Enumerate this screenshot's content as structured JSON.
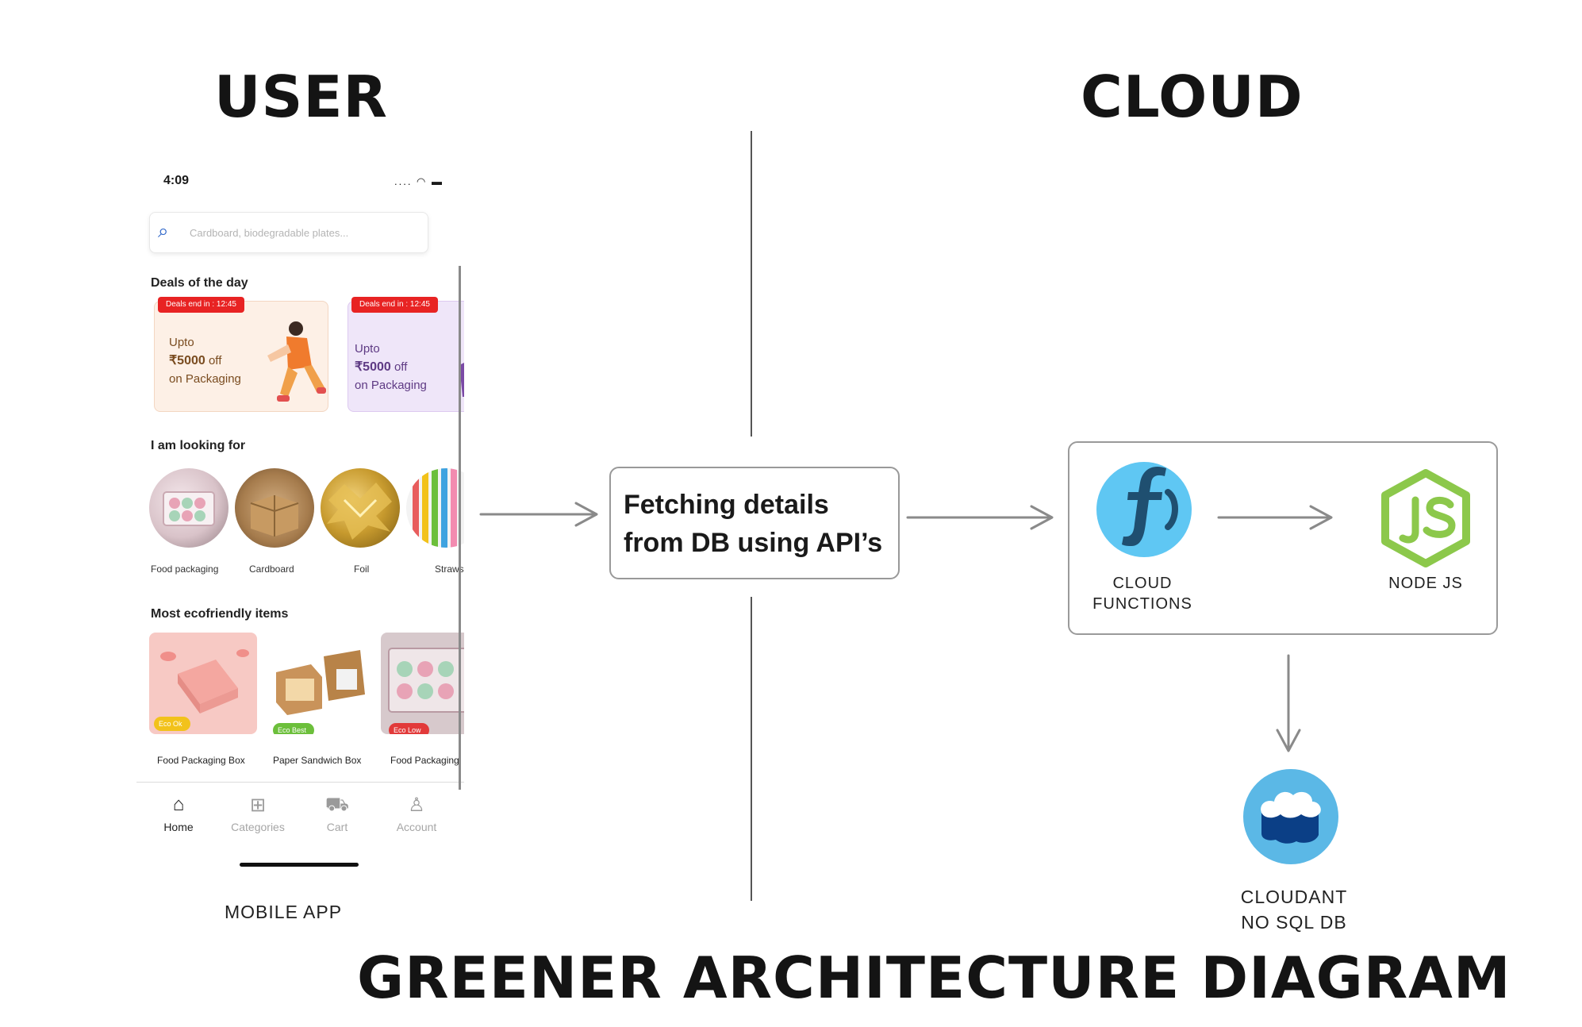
{
  "headings": {
    "user": "USER",
    "cloud": "CLOUD",
    "diagram_title": "GREENER ARCHITECTURE DIAGRAM"
  },
  "phone": {
    "status_time": "4:09",
    "status_icons": ".... ◠ ▬",
    "search_placeholder": "Cardboard, biodegradable plates...",
    "deals_title": "Deals of the day",
    "deals": [
      {
        "tag": "Deals end in : 12:45",
        "line1": "Upto",
        "amount": "₹5000",
        "off": "off",
        "line3": "on Packaging"
      },
      {
        "tag": "Deals end in : 12:45",
        "line1": "Upto",
        "amount": "₹5000",
        "off": "off",
        "line3": "on Packaging"
      }
    ],
    "looking_title": "I am looking for",
    "categories": [
      "Food packaging",
      "Cardboard",
      "Foil",
      "Straws"
    ],
    "ecofriendly_title": "Most ecofriendly items",
    "products": [
      {
        "name": "Food Packaging Box",
        "badge": "Eco Ok",
        "badge_color": "#f2c21b"
      },
      {
        "name": "Paper Sandwich Box",
        "badge": "Eco Best",
        "badge_color": "#6cbf3b"
      },
      {
        "name": "Food Packaging",
        "badge": "Eco Low",
        "badge_color": "#e23a3a"
      }
    ],
    "tabs": [
      {
        "label": "Home",
        "icon": "home-icon"
      },
      {
        "label": "Categories",
        "icon": "grid-icon"
      },
      {
        "label": "Cart",
        "icon": "cart-icon"
      },
      {
        "label": "Account",
        "icon": "person-icon"
      }
    ]
  },
  "mobile_caption": "MOBILE APP",
  "fetch_box": {
    "text": "Fetching details from DB using API’s"
  },
  "cloud_box": {
    "cloud_functions_label_1": "CLOUD",
    "cloud_functions_label_2": "FUNCTIONS",
    "node_label": "NODE JS"
  },
  "db": {
    "label_1": "CLOUDANT",
    "label_2": "NO SQL DB"
  },
  "colors": {
    "functions_blue": "#5fc7f3",
    "functions_dark": "#1f4f70",
    "node_green": "#8cc84b",
    "cloudant_light": "#5bb8e6",
    "cloudant_dark": "#0b3f86",
    "arrow_gray": "#8a8a8a"
  }
}
